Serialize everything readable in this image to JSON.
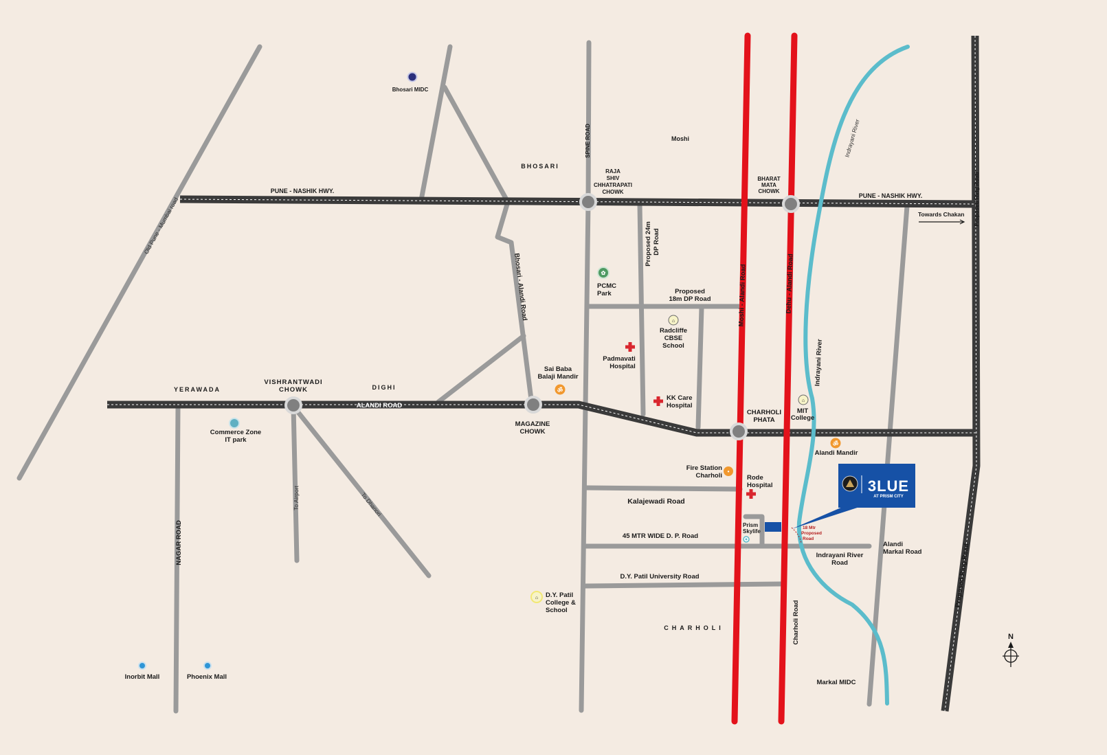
{
  "roads": {
    "pune_nashik_hwy_left": "PUNE - NASHIK HWY.",
    "pune_nashik_hwy_right": "PUNE - NASHIK HWY.",
    "alandi_road": "ALANDI ROAD",
    "old_pune_mumbai": "Old Pune - Mumbai road",
    "spine_road": "SPINE ROAD",
    "bhosari_alandi": "Bhosari - Alandi Road",
    "proposed_24m": [
      "Proposed 24m",
      "DP Road"
    ],
    "proposed_18m": [
      "Proposed",
      "18m DP Road"
    ],
    "moshi_alandi": "Moshi - Alandi Road",
    "dehu_alandi": "Dehu - Alandi Road",
    "proposed_ring_top": "Proposed Ring Road",
    "proposed_ring_bottom": "Proposed Ring Road",
    "nagar_road": "NAGAR ROAD",
    "to_airport": "To Airport",
    "to_dhanori": "To Dhanori",
    "kalajewadi": "Kalajewadi Road",
    "dp_45": "45 MTR WIDE D. P. Road",
    "dy_patil_road": "D.Y. Patil University Road",
    "charholi_road": "Charholi Road",
    "indrayani_river_road": [
      "Indrayani River",
      "Road"
    ],
    "alandi_markal_road": [
      "Alandi",
      "Markal Road"
    ],
    "proposed_18_mtr": [
      "18 Mtr",
      "Proposed",
      "Road"
    ],
    "towards_chakan": "Towards Chakan"
  },
  "rivers": {
    "indrayani_top": "Indrayani River",
    "indrayani_mid": "Indrayani River"
  },
  "junctions": {
    "raja_shiv": [
      "RAJA",
      "SHIV",
      "CHHATRAPATI",
      "CHOWK"
    ],
    "bharat_mata": [
      "BHARAT",
      "MATA",
      "CHOWK"
    ],
    "vishrantwadi": [
      "VISHRANTWADI",
      "CHOWK"
    ],
    "magazine": [
      "MAGAZINE",
      "CHOWK"
    ],
    "charholi_phata": [
      "CHARHOLI",
      "PHATA"
    ]
  },
  "areas": {
    "bhosari": "BHOSARI",
    "moshi": "Moshi",
    "yerawada": "YERAWADA",
    "dighi": "DIGHI",
    "charholi": "CHARHOLI",
    "markal_midc": "Markal MIDC"
  },
  "places": {
    "bhosari_midc": "Bhosari MIDC",
    "pcmc_park": [
      "PCMC",
      "Park"
    ],
    "radcliffe": [
      "Radcliffe",
      "CBSE",
      "School"
    ],
    "padmavati": [
      "Padmavati",
      "Hospital"
    ],
    "sai_baba": [
      "Sai Baba",
      "Balaji Mandir"
    ],
    "kk_care": [
      "KK Care",
      "Hospital"
    ],
    "mit_college": [
      "MIT",
      "College"
    ],
    "alandi_mandir": "Alandi Mandir",
    "commerce_zone": [
      "Commerce Zone",
      "IT park"
    ],
    "fire_station": [
      "Fire Station",
      "Charholi"
    ],
    "rode_hospital": [
      "Rode",
      "Hospital"
    ],
    "prism_skylife": [
      "Prism",
      "Skylife"
    ],
    "dy_patil_college": [
      "D.Y. Patil",
      "College &",
      "School"
    ],
    "inorbit_mall": "Inorbit Mall",
    "phoenix_mall": "Phoenix Mall"
  },
  "project": {
    "name": "3LUE",
    "tagline": "AT PRISM CITY"
  },
  "compass": {
    "label": "N"
  },
  "colors": {
    "background": "#f4ebe2",
    "highway": "#3a3a3a",
    "road": "#9a9a9a",
    "arterial": "#e3121b",
    "river": "#5bbccb",
    "project": "#1651a6"
  }
}
